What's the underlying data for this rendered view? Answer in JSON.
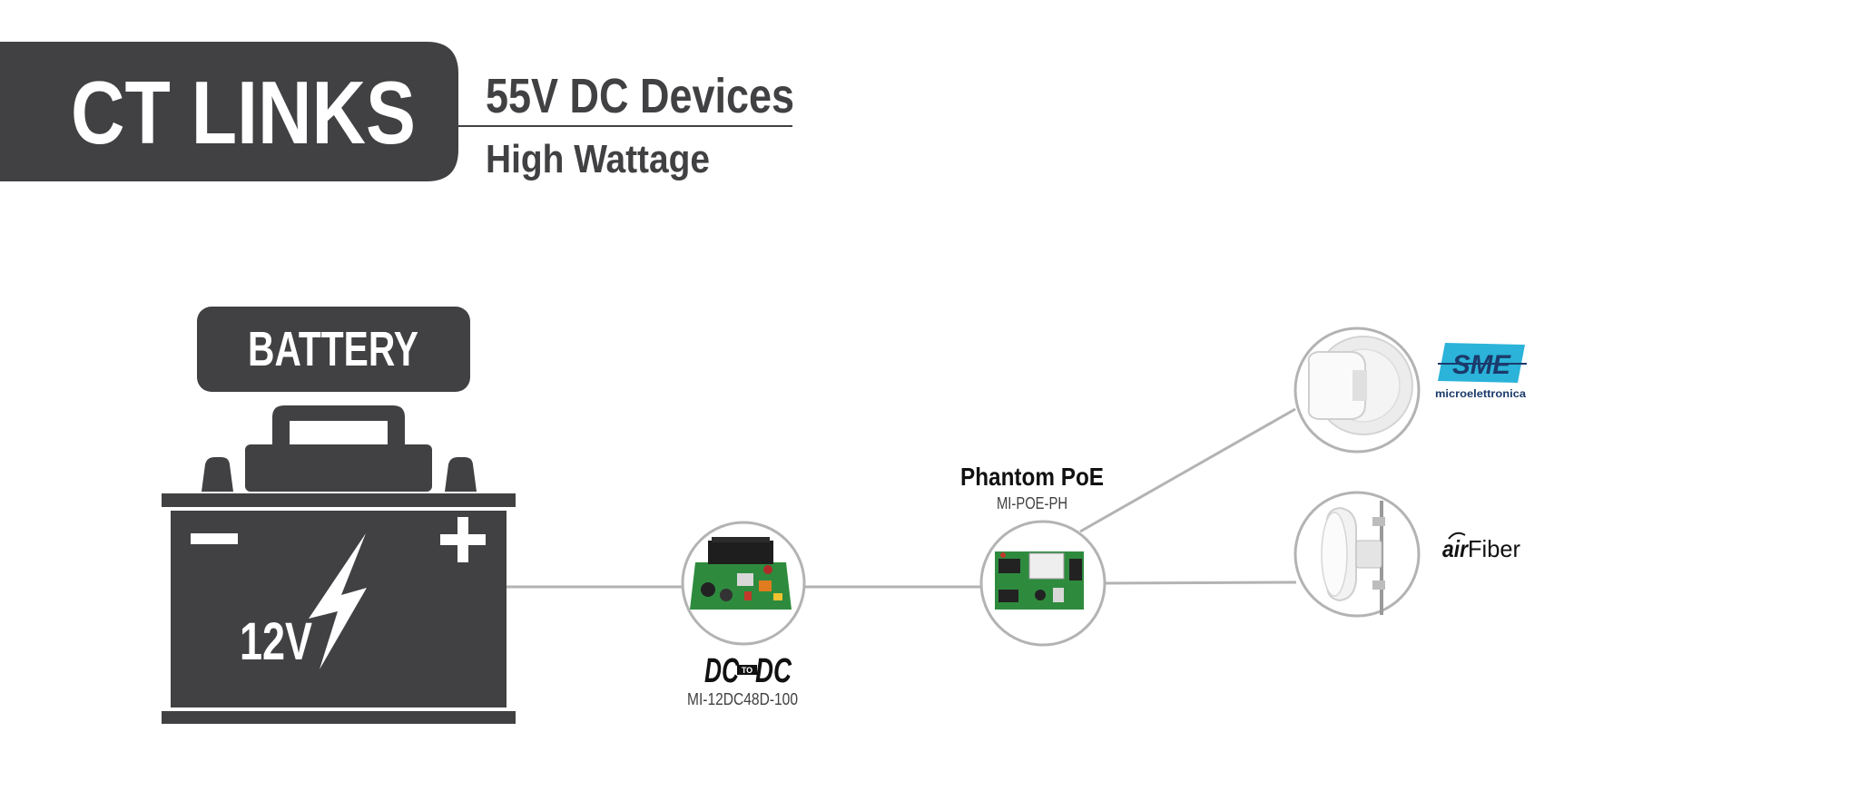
{
  "header": {
    "brand": "CT LINKS",
    "title": "55V DC Devices",
    "subtitle": "High Wattage"
  },
  "battery": {
    "label": "BATTERY",
    "voltage": "12V",
    "minus": "−",
    "plus": "+"
  },
  "converter": {
    "logo_left": "DC",
    "logo_mid": "TO",
    "logo_right": "DC",
    "model": "MI-12DC48D-100"
  },
  "injector": {
    "name": "Phantom PoE",
    "model": "MI-POE-PH"
  },
  "devices": [
    {
      "brand_logo": "SME",
      "brand_sub": "microelettronica"
    },
    {
      "brand_logo_a": "air",
      "brand_logo_b": "Fiber"
    }
  ],
  "colors": {
    "dark": "#414042",
    "line": "#b3b3b3",
    "sme_blue": "#2bb3d9",
    "sme_navy": "#1b3a6b",
    "pcb_green": "#2e8b3e"
  }
}
